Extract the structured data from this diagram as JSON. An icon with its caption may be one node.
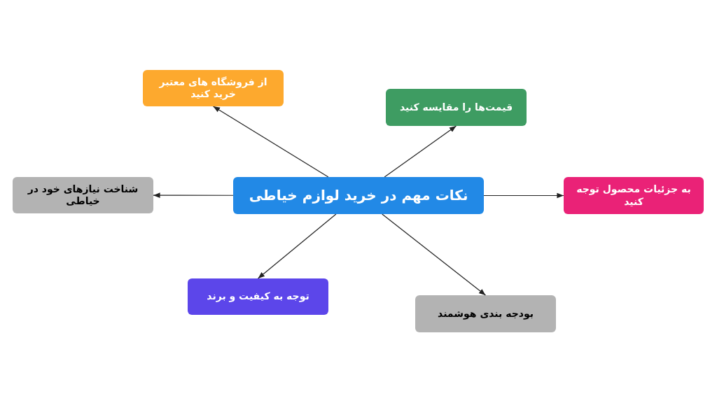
{
  "diagram": {
    "nodes": [
      {
        "text": [
          "نکات مهم در خرید لوازم خیاطی"
        ]
      },
      {
        "text": [
          "از فروشگاه های معتبر خرید کنید"
        ]
      },
      {
        "text": [
          "قیمت‌ها را مقایسه کنید"
        ]
      },
      {
        "text": [
          "شناخت نیازهای خود در خیاطی"
        ]
      },
      {
        "text": [
          "به جزئیات محصول توجه کنید"
        ]
      },
      {
        "text": [
          "توجه به کیفیت و برند"
        ]
      },
      {
        "text": [
          "بودجه بندی هوشمند"
        ]
      }
    ],
    "edges": [
      {
        "from": 0,
        "to": 1,
        "arrow": "to"
      },
      {
        "from": 0,
        "to": 2,
        "arrow": "to"
      },
      {
        "from": 0,
        "to": 3,
        "arrow": "to"
      },
      {
        "from": 0,
        "to": 4,
        "arrow": "to"
      },
      {
        "from": 0,
        "to": 5,
        "arrow": "to"
      },
      {
        "from": 0,
        "to": 6,
        "arrow": "to"
      }
    ]
  }
}
